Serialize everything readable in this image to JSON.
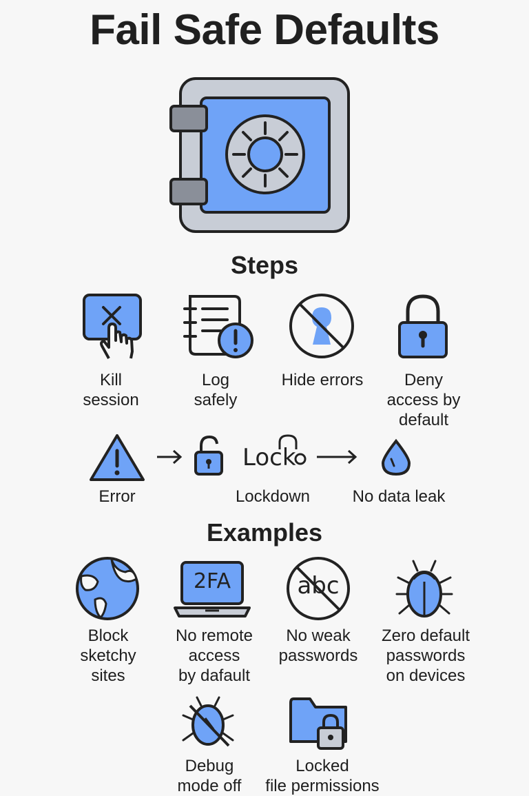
{
  "title": "Fail Safe Defaults",
  "colors": {
    "accent": "#6fa3f7",
    "outline": "#222222",
    "steel": "#c8cdd6",
    "hinge": "#8a8f99"
  },
  "steps": {
    "heading": "Steps",
    "items": [
      {
        "label": "Kill\nsession",
        "icon": "kill-session-icon"
      },
      {
        "label": "Log\nsafely",
        "icon": "log-document-icon"
      },
      {
        "label": "Hide errors",
        "icon": "hidden-keyhole-icon"
      },
      {
        "label": "Deny\naccess by\ndefault",
        "icon": "padlock-icon"
      }
    ]
  },
  "flow": {
    "items": [
      {
        "label": "Error",
        "icon": "warning-icon"
      },
      {
        "label": "Lockdown",
        "icon": "lock-icon",
        "text": "Lock"
      },
      {
        "label": "No data leak",
        "icon": "drop-icon"
      }
    ]
  },
  "examples": {
    "heading": "Examples",
    "items": [
      {
        "label": "Block\nsketchy\nsites",
        "icon": "globe-icon"
      },
      {
        "label": "No remote\naccess\nby dafault",
        "icon": "laptop-2fa-icon",
        "text": "2FA"
      },
      {
        "label": "No weak\npasswords",
        "icon": "no-abc-icon",
        "text": "abc"
      },
      {
        "label": "Zero default\npasswords\non devices",
        "icon": "bug-icon"
      },
      {
        "label": "Debug\nmode off",
        "icon": "crossed-bug-icon"
      },
      {
        "label": "Locked\nfile permissions",
        "icon": "locked-folder-icon"
      }
    ]
  }
}
